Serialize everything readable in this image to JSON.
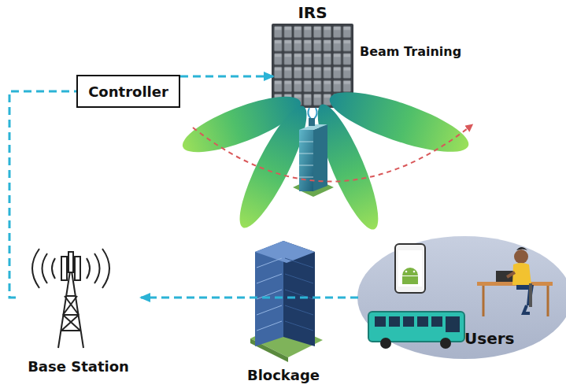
{
  "diagram": {
    "nodes": [
      {
        "text": [
          "IRS"
        ]
      },
      {
        "text": [
          "Controller"
        ]
      },
      {
        "text": [
          "Base Station"
        ]
      },
      {
        "text": [
          "Users"
        ]
      }
    ],
    "edges": [
      {
        "from": 2,
        "to": 1,
        "arrow": "none"
      },
      {
        "from": 1,
        "to": 0,
        "arrow": "to"
      },
      {
        "from": 3,
        "to": 2,
        "arrow": "to"
      }
    ],
    "labels": [
      "Beam Training",
      "Blockage"
    ]
  }
}
